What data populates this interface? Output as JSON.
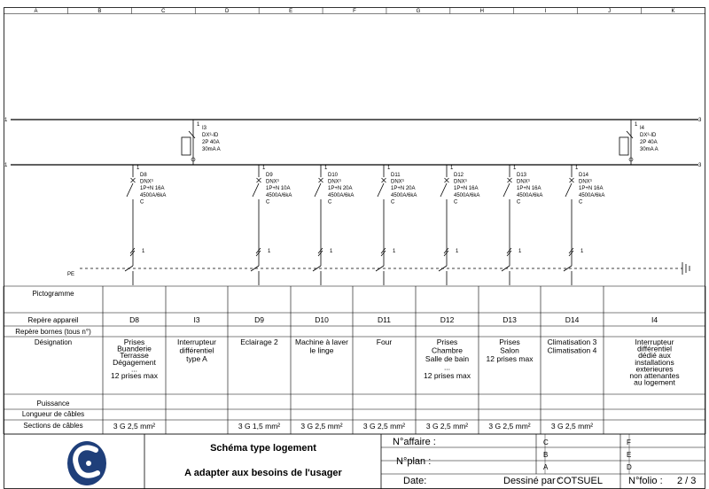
{
  "column_letters": [
    "A",
    "B",
    "C",
    "D",
    "E",
    "F",
    "G",
    "H",
    "I",
    "J",
    "K"
  ],
  "row_markers": {
    "bus1_left": "1",
    "bus1_right": "3",
    "bus2_left": "1",
    "bus2_right": "3"
  },
  "mains": [
    {
      "id": "I3",
      "spec": [
        "I3",
        "DX³-ID",
        "2P 40A",
        "30mA A"
      ]
    },
    {
      "id": "I4",
      "spec": [
        "I4",
        "DX³-ID",
        "2P 40A",
        "30mA A"
      ]
    }
  ],
  "breakers": [
    {
      "id": "D8",
      "spec": [
        "D8",
        "DNX³",
        "1P+N 16A",
        "4500A/6kA",
        "C"
      ]
    },
    {
      "id": "D9",
      "spec": [
        "D9",
        "DNX³",
        "1P+N 10A",
        "4500A/6kA",
        "C"
      ]
    },
    {
      "id": "D10",
      "spec": [
        "D10",
        "DNX³",
        "1P+N 20A",
        "4500A/6kA",
        "C"
      ]
    },
    {
      "id": "D11",
      "spec": [
        "D11",
        "DNX³",
        "1P+N 20A",
        "4500A/6kA",
        "C"
      ]
    },
    {
      "id": "D12",
      "spec": [
        "D12",
        "DNX³",
        "1P+N 16A",
        "4500A/6kA",
        "C"
      ]
    },
    {
      "id": "D13",
      "spec": [
        "D13",
        "DNX³",
        "1P+N 16A",
        "4500A/6kA",
        "C"
      ]
    },
    {
      "id": "D14",
      "spec": [
        "D14",
        "DNX³",
        "1P+N 16A",
        "4500A/6kA",
        "C"
      ]
    }
  ],
  "pole_label": "1",
  "pe_label": "PE",
  "table": {
    "row_labels": [
      "Pictogramme",
      "Repère appareil",
      "Repère bornes (tous n°)",
      "Désignation",
      "Puissance",
      "Longueur de câbles",
      "Sections de câbles"
    ],
    "columns": [
      {
        "repere": "D8",
        "designation": [
          "Prises",
          "Buanderie",
          "Terrasse",
          "Dégagement",
          "...",
          "12 prises max"
        ],
        "section": "3 G 2,5 mm²"
      },
      {
        "repere": "I3",
        "designation": [
          "Interrupteur",
          "différentiel",
          "type A"
        ],
        "section": ""
      },
      {
        "repere": "D9",
        "designation": [
          "Eclairage 2"
        ],
        "section": "3 G 1,5 mm²"
      },
      {
        "repere": "D10",
        "designation": [
          "Machine à laver",
          "le linge"
        ],
        "section": "3 G 2,5 mm²"
      },
      {
        "repere": "D11",
        "designation": [
          "Four"
        ],
        "section": "3 G 2,5 mm²"
      },
      {
        "repere": "D12",
        "designation": [
          "Prises",
          "Chambre",
          "Salle de bain",
          "...",
          "12 prises max"
        ],
        "section": "3 G 2,5 mm²"
      },
      {
        "repere": "D13",
        "designation": [
          "Prises",
          "Salon",
          "12 prises max"
        ],
        "section": "3 G 2,5 mm²"
      },
      {
        "repere": "D14",
        "designation": [
          "Climatisation 3",
          "Climatisation 4"
        ],
        "section": "3 G 2,5 mm²"
      },
      {
        "repere": "I4",
        "designation": [
          "Interrupteur",
          "différentiel",
          "dédié aux",
          "installations",
          "exterieures",
          "non attenantes",
          "au logement"
        ],
        "section": ""
      }
    ]
  },
  "title_block": {
    "title1": "Schéma type logement",
    "title2": "A adapter aux besoins de l'usager",
    "affaire_label": "N°affaire :",
    "plan_label": "N°plan :",
    "date_label": "Date:",
    "dessine_label": "Dessiné par :",
    "dessine_value": "COTSUEL",
    "folio_label": "N°folio :",
    "folio_value": "2 / 3",
    "rev_left": [
      "C",
      "B",
      "A"
    ],
    "rev_right": [
      "F",
      "E",
      "D"
    ]
  },
  "colors": {
    "logo_blue": "#1f3f7a",
    "line": "#000000"
  }
}
